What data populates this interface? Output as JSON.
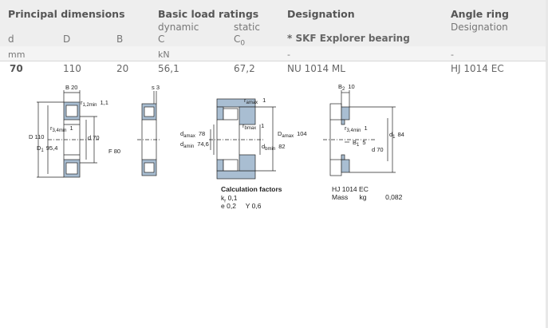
{
  "groups": {
    "principal": "Principal dimensions",
    "basic": "Basic load ratings",
    "designation": "Designation",
    "angle_ring": "Angle ring"
  },
  "subheaders": {
    "d": "d",
    "D": "D",
    "B": "B",
    "dynamic": "dynamic",
    "C": "C",
    "static": "static",
    "C0": "C",
    "C0_sub": "0",
    "star": "*",
    "explorer": "SKF Explorer bearing",
    "angle_designation": "Designation"
  },
  "units": {
    "mm": "mm",
    "kN": "kN",
    "dash1": "-",
    "dash2": "-"
  },
  "row": {
    "d": "70",
    "D": "110",
    "B": "20",
    "C": "56,1",
    "C0": "67,2",
    "designation": "NU 1014 ML",
    "angle_ring": "HJ 1014 EC"
  },
  "drawing": {
    "B_label": "B",
    "B_val": "20",
    "r12_label": "r",
    "r12_sub": "1,2min",
    "r12_val": "1,1",
    "r34_label": "r",
    "r34_sub": "3,4min",
    "r34_val": "1",
    "D_label": "D",
    "D_val": "110",
    "D1_label": "D",
    "D1_sub": "1",
    "D1_val": "95,4",
    "d_label": "d",
    "d_val": "70",
    "F_label": "F",
    "F_val": "80",
    "s_label": "s",
    "s_val": "3",
    "ra_label": "r",
    "ra_sub": "amax",
    "ra_val": "1",
    "rb_label": "r",
    "rb_sub": "bmax",
    "rb_val": "1",
    "damax_label": "d",
    "damax_sub": "amax",
    "damax_val": "78",
    "damin_label": "d",
    "damin_sub": "amin",
    "damin_val": "74,6",
    "Damax_label": "D",
    "Damax_sub": "amax",
    "Damax_val": "104",
    "dbmin_label": "d",
    "dbmin_sub": "bmin",
    "dbmin_val": "82",
    "B2_label": "B",
    "B2_sub": "2",
    "B2_val": "10",
    "r34b_label": "r",
    "r34b_sub": "3,4min",
    "r34b_val": "1",
    "B1_label": "B",
    "B1_sub": "1",
    "B1_val": "5",
    "d1_label": "d",
    "d1_sub": "1",
    "d1_val": "84",
    "d70_label": "d",
    "d70_val": "70",
    "calc_title": "Calculation factors",
    "kr_label": "k",
    "kr_sub": "r",
    "kr_val": "0,1",
    "e_label": "e",
    "e_val": "0,2",
    "Y_label": "Y",
    "Y_val": "0,6",
    "hj_title": "HJ 1014 EC",
    "mass_label": "Mass",
    "mass_unit": "kg",
    "mass_val": "0,082"
  },
  "colors": {
    "section_fill": "#a9bed2",
    "line": "#222222",
    "header_bg": "#eeeeee"
  }
}
